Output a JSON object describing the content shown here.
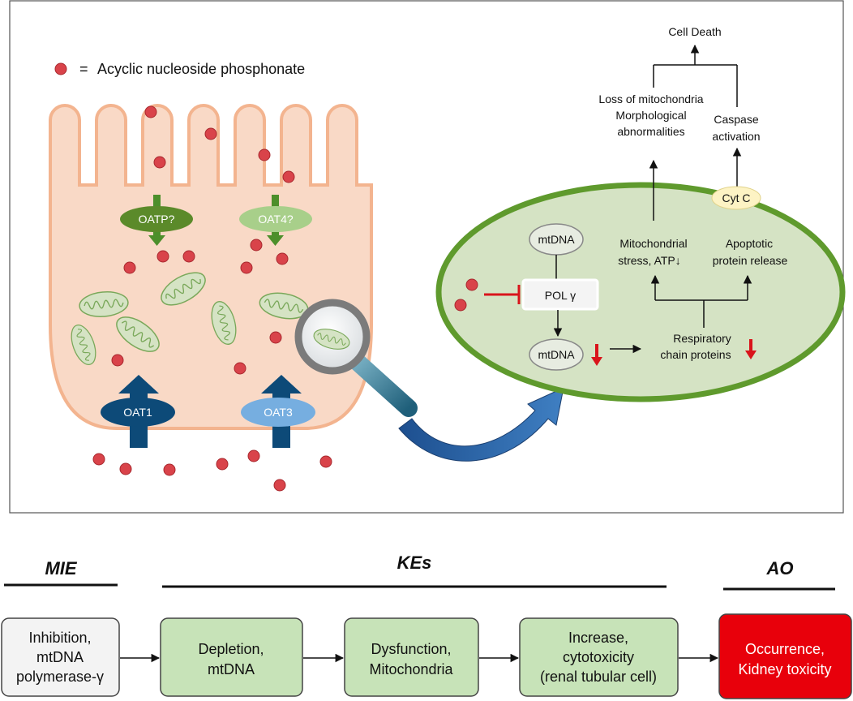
{
  "legend": {
    "equals": "=",
    "text": "Acyclic nucleoside phosphonate"
  },
  "transporters": {
    "oatp": "OATP?",
    "oat4": "OAT4?",
    "oat1": "OAT1",
    "oat3": "OAT3"
  },
  "mito": {
    "mtdna_top": "mtDNA",
    "polg": "POL γ",
    "mtdna_bottom": "mtDNA",
    "resp_line1": "Respiratory",
    "resp_line2": "chain proteins",
    "stress_line1": "Mitochondrial",
    "stress_line2": "stress, ATP↓",
    "apop_line1": "Apoptotic",
    "apop_line2": "protein release",
    "cytc": "Cyt C"
  },
  "outcomes": {
    "loss_line1": "Loss of mitochondria",
    "loss_line2": "Morphological",
    "loss_line3": "abnormalities",
    "caspase_line1": "Caspase",
    "caspase_line2": "activation",
    "cell_death": "Cell Death"
  },
  "aop": {
    "mie_label": "MIE",
    "kes_label": "KEs",
    "ao_label": "AO",
    "boxes": [
      {
        "lines": [
          "Inhibition,",
          "mtDNA",
          "polymerase-γ"
        ]
      },
      {
        "lines": [
          "Depletion,",
          "mtDNA"
        ]
      },
      {
        "lines": [
          "Dysfunction,",
          "Mitochondria"
        ]
      },
      {
        "lines": [
          "Increase,",
          "cytotoxicity",
          "(renal tubular cell)"
        ]
      },
      {
        "lines": [
          "Occurrence,",
          "Kidney toxicity"
        ]
      }
    ]
  },
  "colors": {
    "cell_fill": "#f9d9c6",
    "cell_stroke": "#f3b48f",
    "mito_fill": "#d5e3c4",
    "mito_stroke": "#5f9a2d",
    "drug_dot": "#d9434a",
    "oat_dark": "#0d4a78",
    "oat_light": "#76aee0",
    "oatp_green": "#5b8a2a",
    "oat4_green": "#a8cf8a",
    "box_gray": "#f3f3f3",
    "box_green": "#c7e3b8",
    "box_red": "#e8000b",
    "inhibit_red": "#d9141b",
    "magnifier_blue": "#2d6ba7"
  }
}
